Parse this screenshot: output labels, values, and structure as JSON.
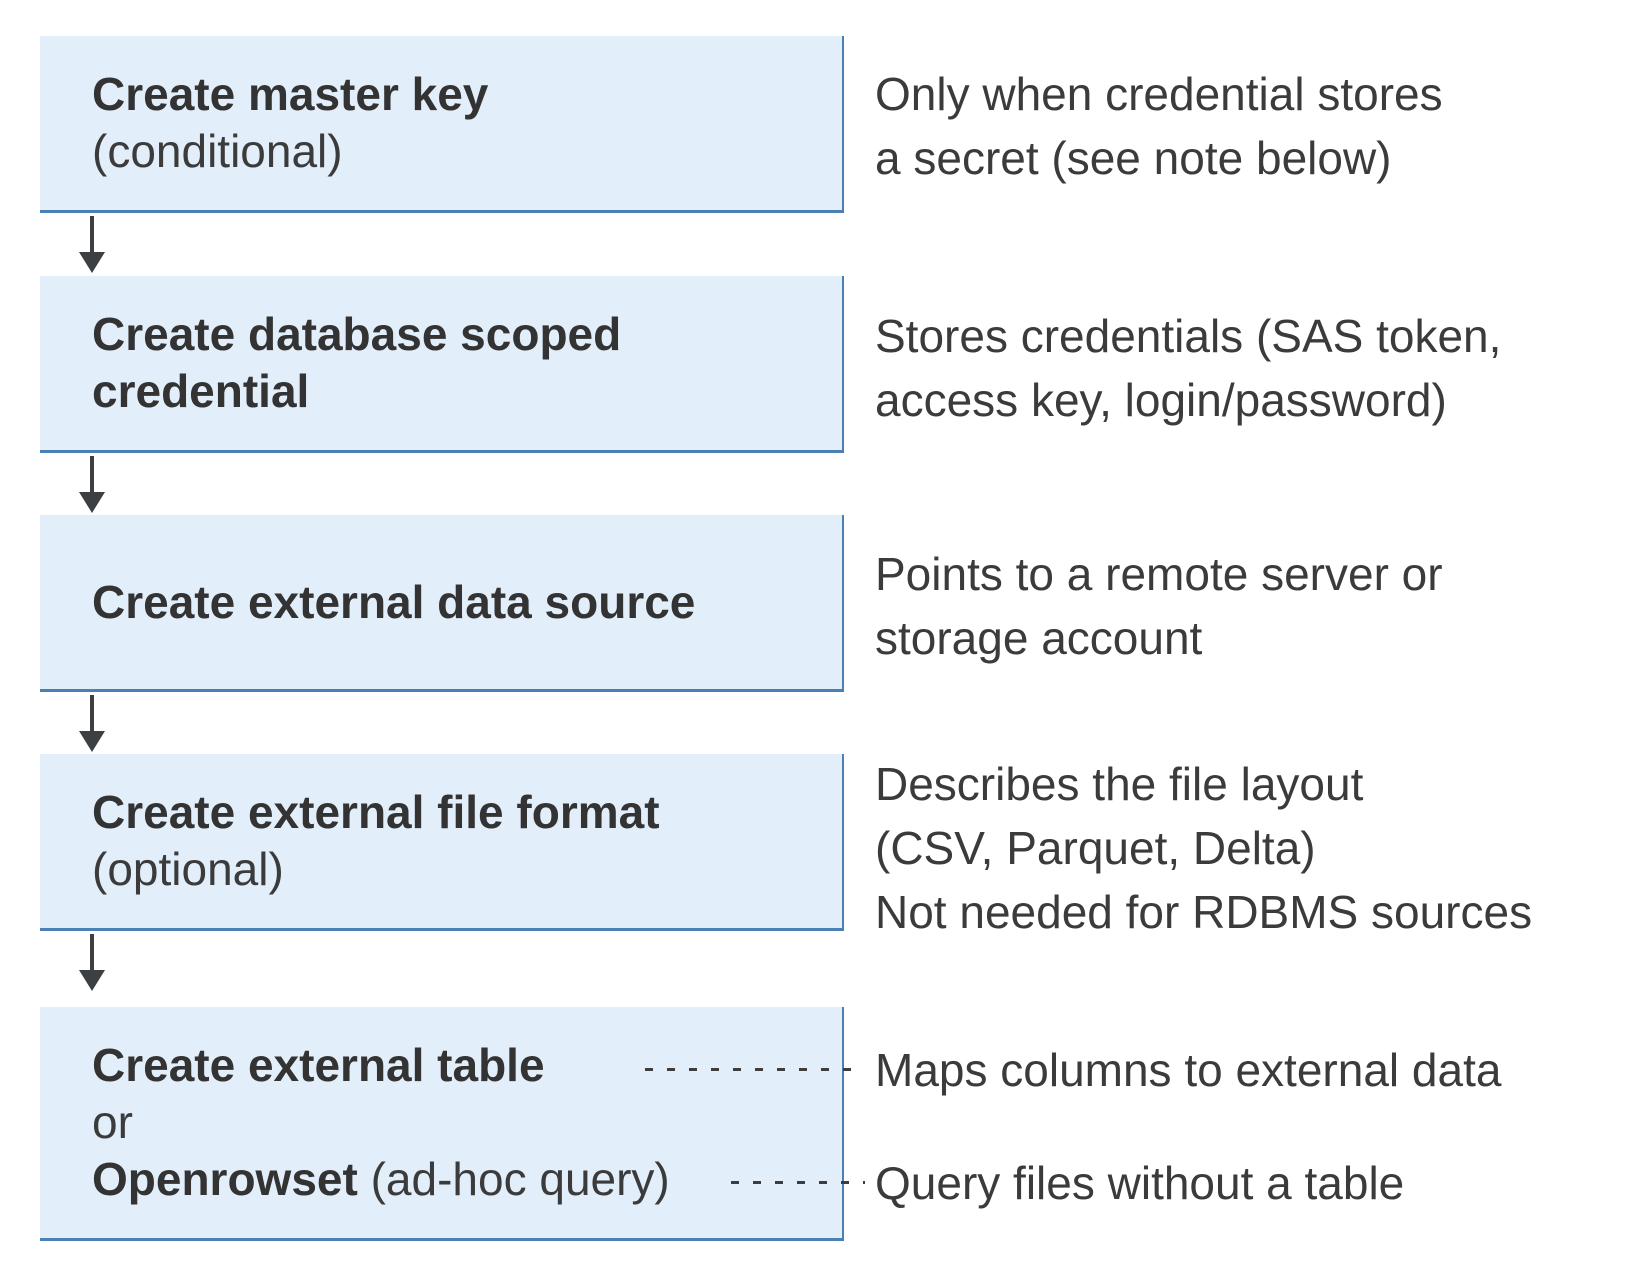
{
  "diagram": {
    "colors": {
      "box_fill": "#e3eefb",
      "box_border_blue": "#4a80b4",
      "arrow_gray": "#3c4043",
      "text_dark": "#3b3b3b"
    },
    "steps": [
      {
        "id": "create-master-key",
        "lines": [
          {
            "bold": "Create master key",
            "regular": ""
          },
          {
            "bold": "",
            "regular": "(conditional)"
          }
        ],
        "note_lines": [
          "Only when credential stores",
          "a secret (see note below)"
        ]
      },
      {
        "id": "create-database-scoped-credential",
        "lines": [
          {
            "bold": "Create database scoped",
            "regular": ""
          },
          {
            "bold": "credential",
            "regular": ""
          }
        ],
        "note_lines": [
          "Stores credentials (SAS token,",
          "access key, login/password)"
        ]
      },
      {
        "id": "create-external-data-source",
        "lines": [
          {
            "bold": "Create external data source",
            "regular": ""
          }
        ],
        "note_lines": [
          "Points to a remote server or",
          "storage account"
        ]
      },
      {
        "id": "create-external-file-format",
        "lines": [
          {
            "bold": "Create external file format",
            "regular": ""
          },
          {
            "bold": "",
            "regular": "(optional)"
          }
        ],
        "note_lines": [
          "Describes the file layout",
          "(CSV, Parquet, Delta)",
          "Not needed for RDBMS sources"
        ]
      },
      {
        "id": "create-external-table-or-openrowset",
        "lines": [
          {
            "bold": "Create external table",
            "regular": ""
          },
          {
            "bold": "",
            "regular": "or"
          },
          {
            "bold": "Openrowset",
            "regular": " (ad-hoc query)"
          }
        ],
        "annotations": [
          "Maps columns to external data",
          "Query files without a table"
        ]
      }
    ]
  }
}
